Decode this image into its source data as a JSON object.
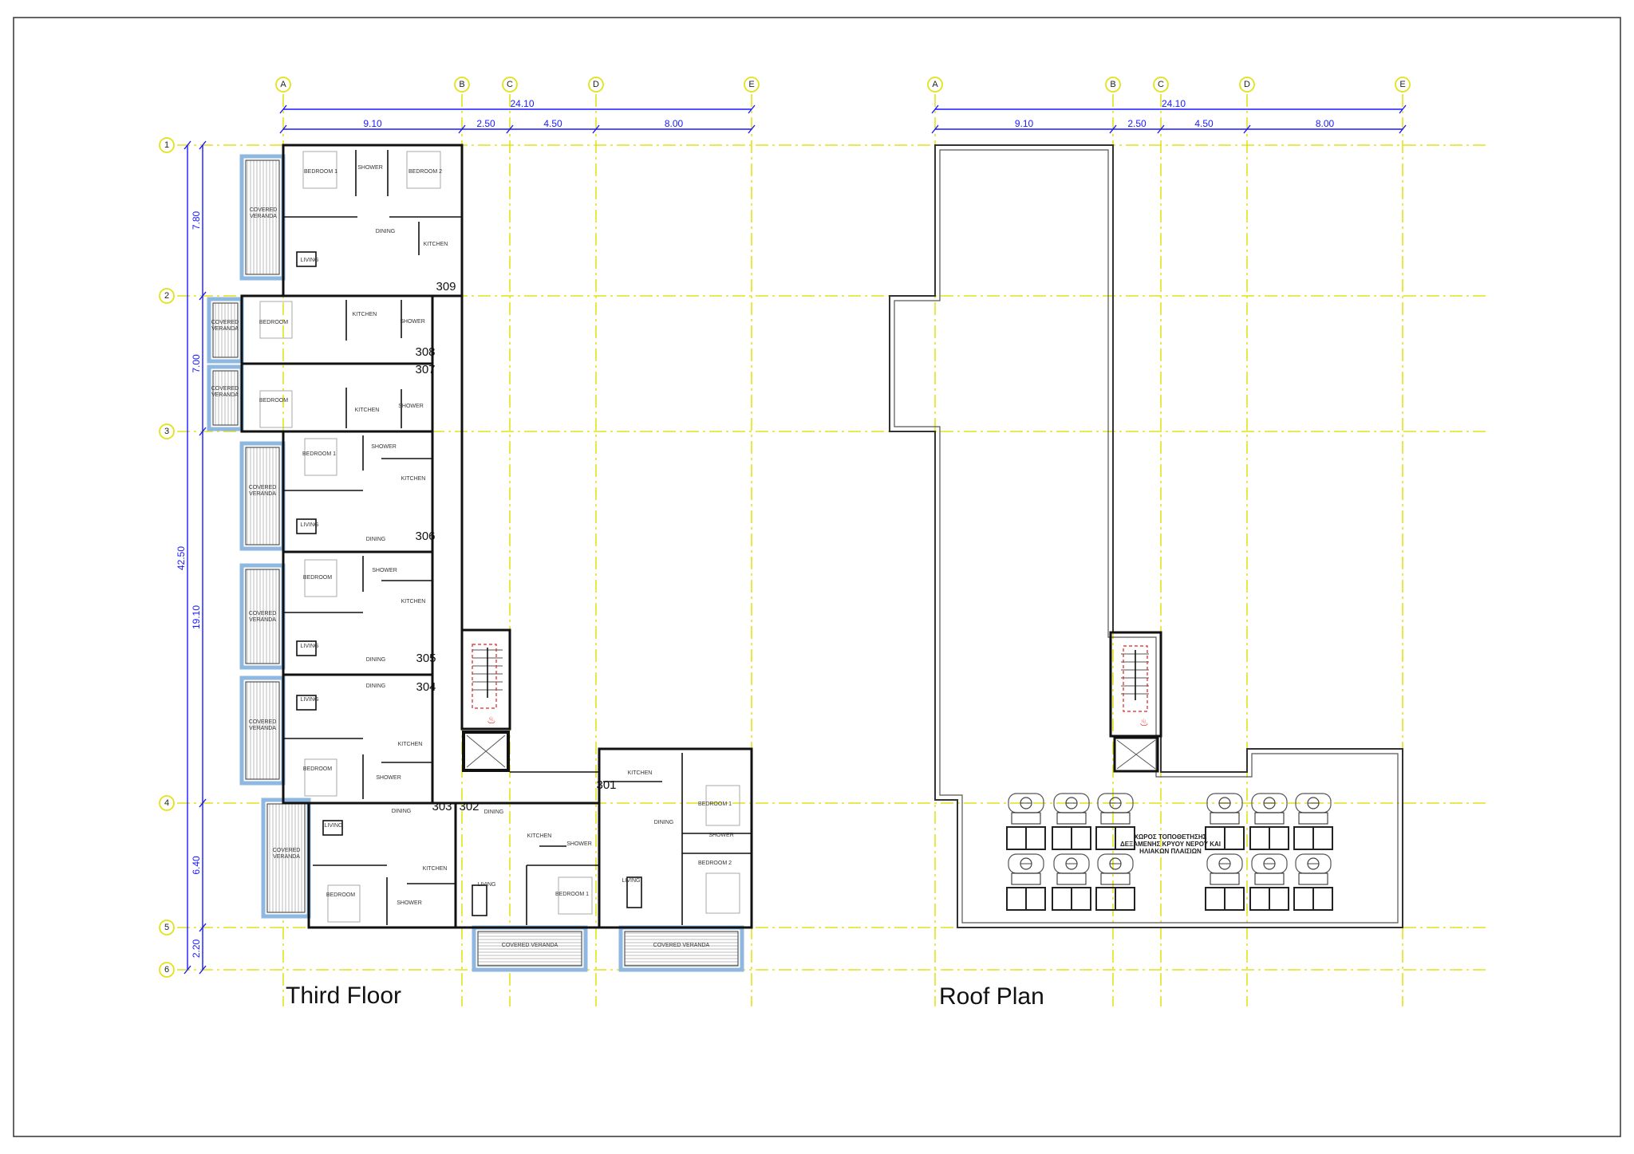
{
  "grid": {
    "columns": [
      "A",
      "B",
      "C",
      "D",
      "E"
    ],
    "rows": [
      "1",
      "2",
      "3",
      "4",
      "5",
      "6"
    ]
  },
  "dimensions": {
    "overall_width": "24.10",
    "bays": [
      "9.10",
      "2.50",
      "4.50",
      "8.00"
    ],
    "overall_depth": "42.50",
    "row_spans": [
      "7.80",
      "7.00",
      "19.10",
      "6.40",
      "2.20"
    ]
  },
  "third_floor": {
    "title": "Third Floor",
    "veranda_label": "COVERED VERANDA",
    "units": [
      {
        "number": "309",
        "rooms": [
          "BEDROOM 1",
          "SHOWER",
          "BEDROOM 2",
          "DINING",
          "KITCHEN",
          "LIVING"
        ]
      },
      {
        "number": "308",
        "rooms": [
          "BEDROOM",
          "KITCHEN",
          "SHOWER"
        ]
      },
      {
        "number": "307",
        "rooms": [
          "BEDROOM",
          "KITCHEN",
          "SHOWER"
        ]
      },
      {
        "number": "306",
        "rooms": [
          "BEDROOM 1",
          "SHOWER",
          "KITCHEN",
          "LIVING",
          "DINING"
        ]
      },
      {
        "number": "305",
        "rooms": [
          "BEDROOM",
          "SHOWER",
          "KITCHEN",
          "LIVING",
          "DINING"
        ]
      },
      {
        "number": "304",
        "rooms": [
          "DINING",
          "LIVING",
          "KITCHEN",
          "BEDROOM",
          "SHOWER"
        ]
      },
      {
        "number": "303",
        "rooms": [
          "LIVING",
          "DINING",
          "KITCHEN",
          "BEDROOM",
          "SHOWER"
        ]
      },
      {
        "number": "302",
        "rooms": [
          "DINING",
          "KITCHEN",
          "SHOWER",
          "LIVING",
          "BEDROOM 1"
        ]
      },
      {
        "number": "301",
        "rooms": [
          "KITCHEN",
          "DINING",
          "BEDROOM 1",
          "SHOWER",
          "BEDROOM 2",
          "LIVING"
        ]
      }
    ]
  },
  "roof_plan": {
    "title": "Roof Plan",
    "note_lines": [
      "ΧΩΡΟΣ ΤΟΠΟΘΕΤΗΣΗΣ",
      "ΔΕΞΑΜΕΝΗΣ ΚΡΥΟΥ ΝΕΡΟΥ ΚΑΙ",
      "ΗΛΙΑΚΩΝ ΠΛΑΙΣΙΩΝ"
    ],
    "solar_units": 12
  },
  "colors": {
    "grid": "#e2e21a",
    "dimension": "#1a1aff",
    "veranda": "#8fb8e0",
    "fire": "#e02020"
  }
}
